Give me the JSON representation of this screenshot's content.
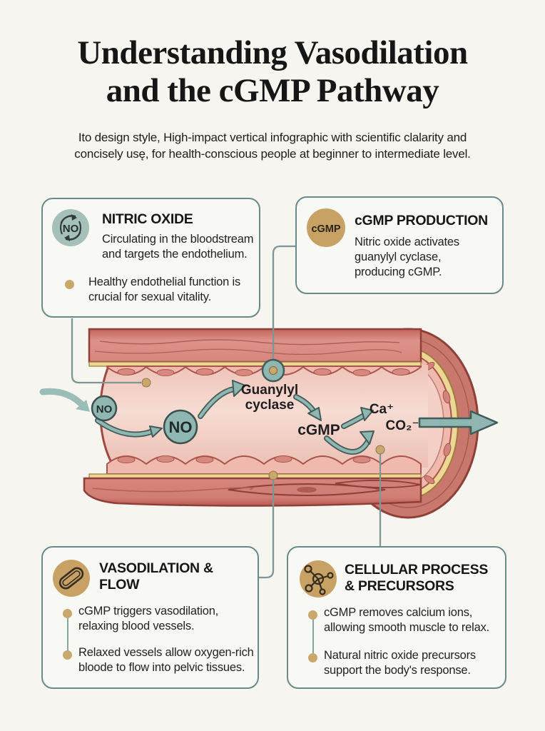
{
  "header": {
    "title_line1": "Understanding Vasodilation",
    "title_line2": "and the cGMP Pathway",
    "subtitle_line1": "Ito design style, High-impact vertical infographic with scientific clalarity and",
    "subtitle_line2": "concisely usę, for health-conscious people at beginner to intermediate level."
  },
  "cards": {
    "nitric_oxide": {
      "icon_label": "NO",
      "title": "NITRIC OXIDE",
      "body": "Circulating in the bloodstream and targets the endothelium.",
      "bullet1": "Healthy endothelial function is crucial for sexual vitality."
    },
    "cgmp_production": {
      "icon_label": "cGMP",
      "title": "cGMP PRODUCTION",
      "body": "Nitric oxide activates guanylyl cyclase, producing cGMP."
    },
    "vasodilation_flow": {
      "title": "VASODILATION & FLOW",
      "bullet1": "cGMP triggers vasodilation, relaxing blood vessels.",
      "bullet2": "Relaxed vessels allow oxygen-rich bloode to flow into pelvic tissues."
    },
    "cellular_process": {
      "title": "CELLULAR PROCESS & PRECURSORS",
      "bullet1": "cGMP removes calcium ions, allowing smooth muscle to relax.",
      "bullet2": "Natural nitric oxide precursors support the body's response."
    }
  },
  "diagram": {
    "no_small": "NO",
    "no_large": "NO",
    "guanylyl_line1": "Guanylyl",
    "guanylyl_line2": "cyclase",
    "cgmp_label": "cGMP",
    "ca_label": "Ca⁺",
    "co2_label": "CO₂⁻"
  },
  "colors": {
    "background": "#f7f5ef",
    "card_border": "#678a89",
    "sage_badge": "#a5bfb9",
    "gold_badge": "#c8a265",
    "gold_dot": "#c9a86d",
    "teal_arrow": "#8fb6b0",
    "connector": "#7c9795",
    "vessel_muscle": "#d88b82",
    "lamina_yellow": "#ecd794",
    "endothelium": "#f0b9ae",
    "lumen": "#f3cfc5"
  }
}
